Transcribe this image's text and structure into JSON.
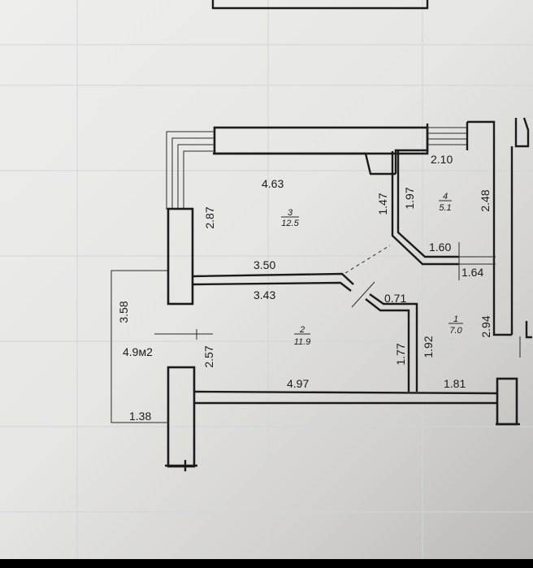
{
  "plan": {
    "dimensions": {
      "room3_width": "4.63",
      "room3_left": "2.87",
      "room3_right": "1.47",
      "room4_top": "2.10",
      "room4_left": "1.97",
      "room4_right": "2.48",
      "room4_bottom": "1.60",
      "room4_step": "1.64",
      "wall_upper": "3.50",
      "wall_lower": "3.43",
      "door_width": "0.71",
      "balcony_height": "3.58",
      "balcony_area": "4.9м2",
      "balcony_width": "1.38",
      "room2_left": "2.57",
      "room2_right_a": "1.77",
      "room2_right_b": "1.92",
      "room2_bottom": "4.97",
      "room1_bottom": "1.81",
      "room1_right": "2.94"
    },
    "rooms": [
      {
        "number": "3",
        "area": "12.5"
      },
      {
        "number": "4",
        "area": "5.1"
      },
      {
        "number": "2",
        "area": "11.9"
      },
      {
        "number": "1",
        "area": "7.0"
      }
    ]
  }
}
